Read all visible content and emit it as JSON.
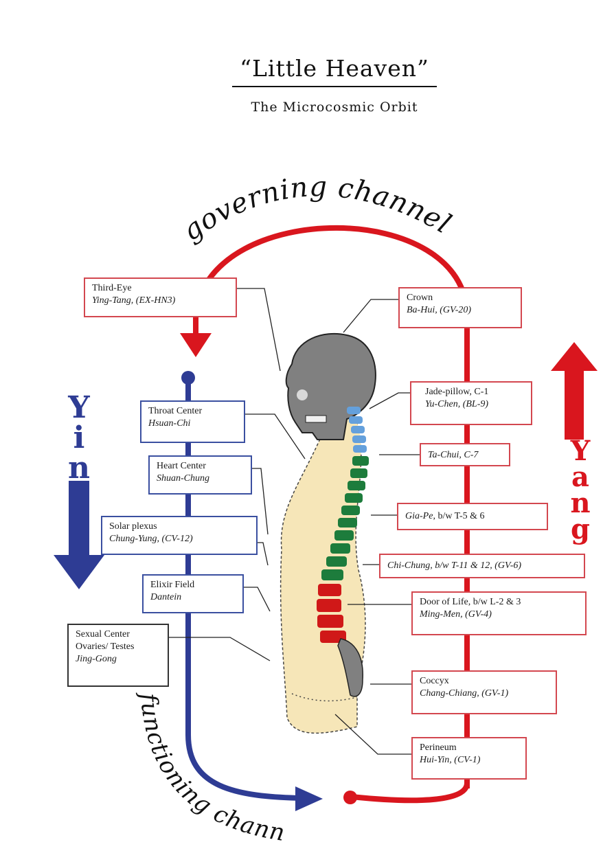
{
  "header": {
    "title": "“Little Heaven”",
    "subtitle": "The Microcosmic Orbit"
  },
  "channels": {
    "governing": "governing channel",
    "functioning": "functioning channel",
    "yin": [
      "Y",
      "i",
      "n"
    ],
    "yang": [
      "Y",
      "a",
      "n",
      "g"
    ]
  },
  "colors": {
    "yang_red": "#d9161e",
    "yin_blue": "#2e3c94",
    "body_fill": "#f6e6b8",
    "skull_grey": "#808080",
    "vert_blue": "#64a0dc",
    "vert_green": "#1d7c3c",
    "vert_red": "#d01818"
  },
  "points": {
    "third_eye": {
      "line1": "Third-Eye",
      "line2": "Ying-Tang, (EX-HN3)"
    },
    "crown": {
      "line1": "Crown",
      "line2": "Ba-Hui, (GV-20)"
    },
    "jade_pillow": {
      "line1": "Jade-pillow, C-1",
      "line2": "Yu-Chen, (BL-9)"
    },
    "throat": {
      "line1": "Throat Center",
      "line2": "Hsuan-Chi"
    },
    "ta_chui": {
      "line2": "Ta-Chui, C-7"
    },
    "heart": {
      "line1": "Heart Center",
      "line2": "Shuan-Chung"
    },
    "gia_pe": {
      "line2a": "Gia-Pe",
      "line2b": ", b/w T-5 & 6"
    },
    "solar": {
      "line1": "Solar plexus",
      "line2": "Chung-Yung, (CV-12)"
    },
    "chi_chung": {
      "line2": "Chi-Chung, b/w T-11 & 12, (GV-6)"
    },
    "elixir": {
      "line1": "Elixir Field",
      "line2": "Dantein"
    },
    "door": {
      "line1": "Door of Life, b/w L-2 & 3",
      "line2": "Ming-Men, (GV-4)"
    },
    "sexual": {
      "line1": "Sexual Center",
      "line1b": "Ovaries/ Testes",
      "line2": "Jing-Gong"
    },
    "coccyx": {
      "line1": "Coccyx",
      "line2": "Chang-Chiang, (GV-1)"
    },
    "perineum": {
      "line1": "Perineum",
      "line2": "Hui-Yin, (CV-1)"
    }
  }
}
